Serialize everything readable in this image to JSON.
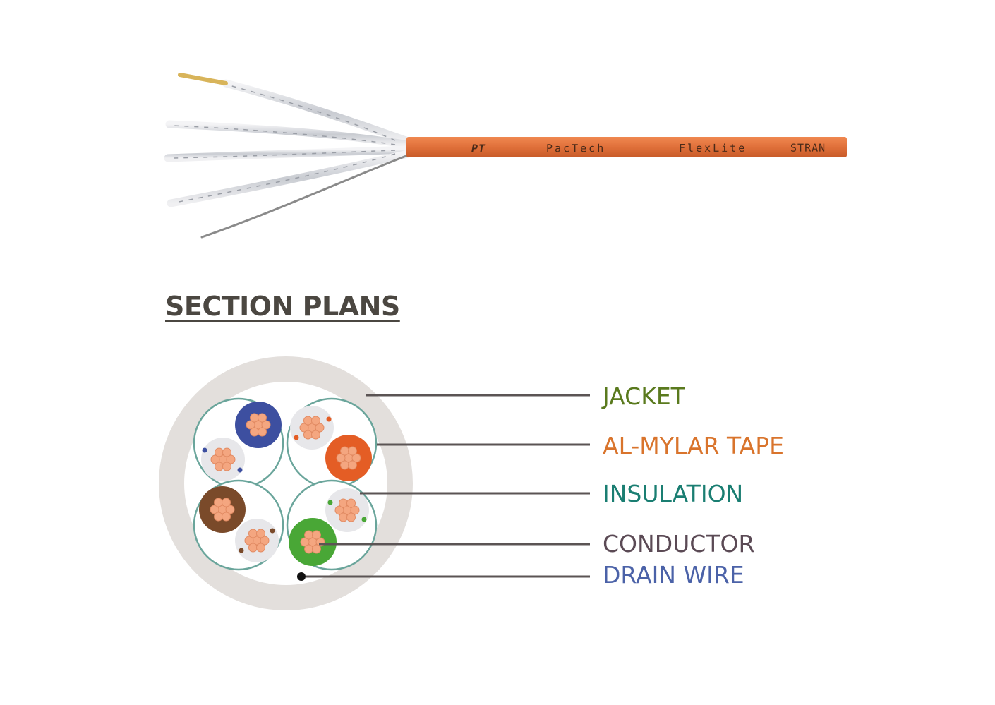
{
  "cable": {
    "print_logo": "PT",
    "print_brand": "PacTech",
    "print_product": "FlexLite",
    "print_code": "STRAN"
  },
  "section": {
    "title": "SECTION PLANS"
  },
  "legend": {
    "items": [
      {
        "label": "JACKET",
        "color": "#5a7a1e"
      },
      {
        "label": "AL-MYLAR TAPE",
        "color": "#d9742c"
      },
      {
        "label": "INSULATION",
        "color": "#1a7e72"
      },
      {
        "label": "CONDUCTOR",
        "color": "#5b4a55"
      },
      {
        "label": "DRAIN WIRE",
        "color": "#4b62a8"
      }
    ]
  },
  "colors": {
    "cable_jacket": "#e0703a",
    "jacket_gray": "#e3dfdc",
    "pair_outline": "#6aa59b",
    "copper": "#f4a680",
    "blue": "#3d4fa0",
    "orange": "#e45d25",
    "brown": "#7a4a2a",
    "green": "#49a736",
    "drain": "#111111",
    "leader_line": "#5b5454"
  }
}
